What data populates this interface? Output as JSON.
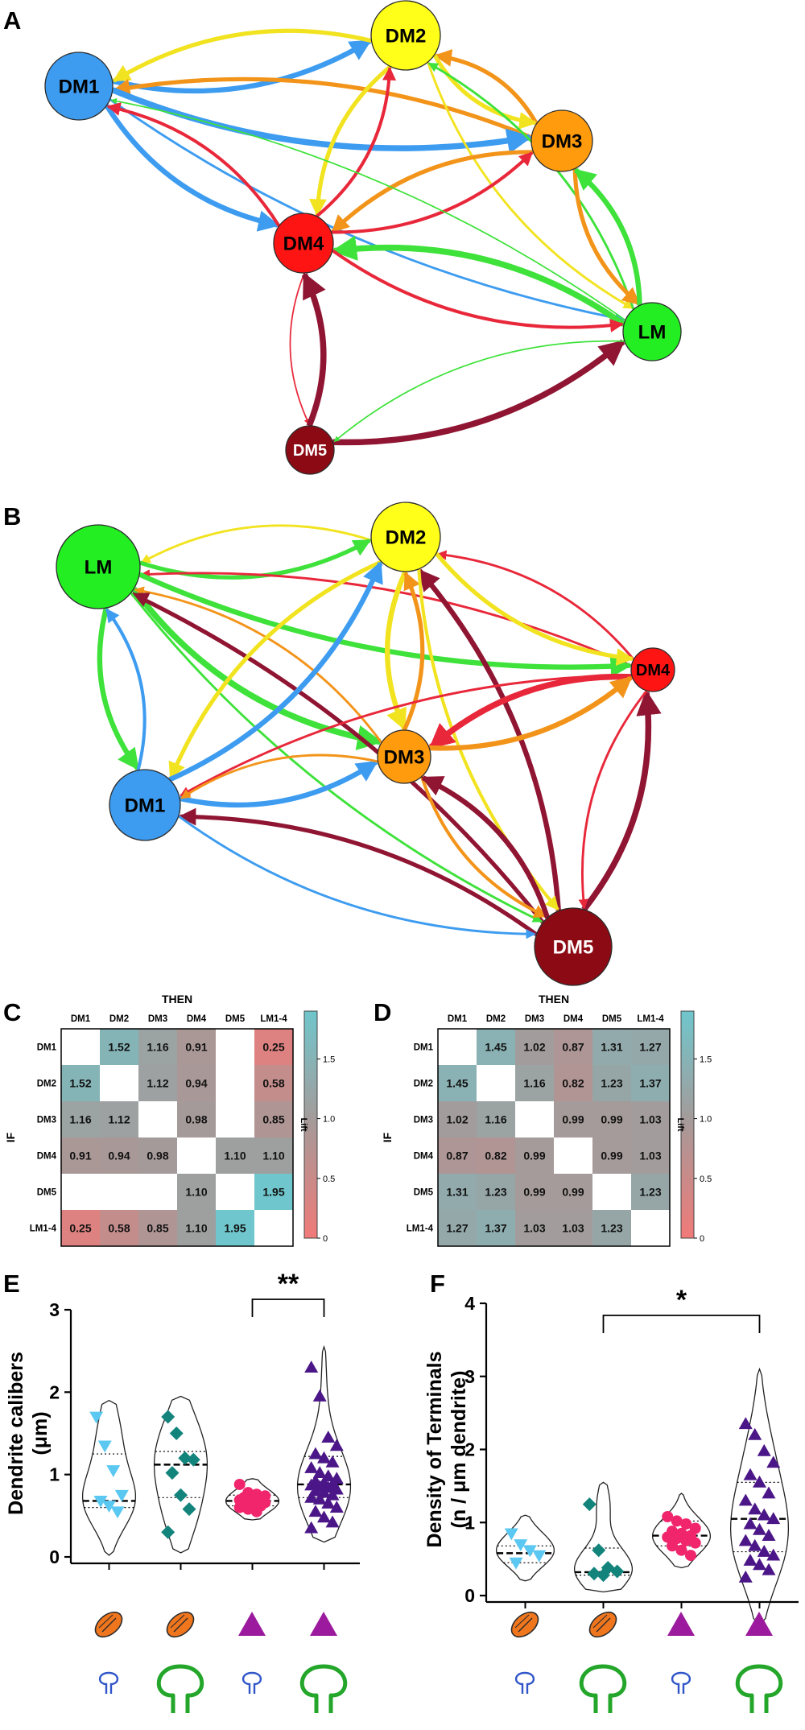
{
  "panels": {
    "A": "A",
    "B": "B",
    "C": "C",
    "D": "D",
    "E": "E",
    "F": "F"
  },
  "colors": {
    "DM1": "#3d9cf0",
    "DM2": "#ffff1a",
    "DM3": "#ff9b0d",
    "DM4": "#ff1414",
    "DM5": "#8c0a14",
    "LM": "#22ee22",
    "edge_DM1": "#3d9cf0",
    "edge_DM2": "#f2e320",
    "edge_DM3": "#f3941a",
    "edge_DM4": "#e8283a",
    "edge_DM5": "#8f1532",
    "edge_LM": "#3ee23a",
    "heat_low": "#f07a78",
    "heat_mid": "#a79998",
    "heat_high": "#6fc6cc",
    "E_g1": "#5bc8f2",
    "E_g2": "#13847c",
    "E_g3": "#f0256b",
    "E_g4": "#4b1687",
    "spine_orange": "#f0761e",
    "triangle_purple": "#9b1a9e",
    "dendrite_blue": "#2f55c8",
    "dendrite_green": "#23a62a"
  },
  "chart_data": [
    {
      "type": "network",
      "panel": "A",
      "nodes": [
        {
          "id": "DM1",
          "label": "DM1"
        },
        {
          "id": "DM2",
          "label": "DM2"
        },
        {
          "id": "DM3",
          "label": "DM3"
        },
        {
          "id": "DM4",
          "label": "DM4"
        },
        {
          "id": "LM",
          "label": "LM"
        },
        {
          "id": "DM5",
          "label": "DM5"
        }
      ],
      "edges": [
        {
          "from": "DM1",
          "to": "DM2",
          "weight": 5
        },
        {
          "from": "DM2",
          "to": "DM1",
          "weight": 4
        },
        {
          "from": "DM3",
          "to": "DM1",
          "weight": 4
        },
        {
          "from": "DM1",
          "to": "DM3",
          "weight": 6
        },
        {
          "from": "DM1",
          "to": "DM4",
          "weight": 5
        },
        {
          "from": "DM1",
          "to": "LM",
          "weight": 2
        },
        {
          "from": "DM4",
          "to": "DM1",
          "weight": 3
        },
        {
          "from": "DM2",
          "to": "DM4",
          "weight": 4
        },
        {
          "from": "DM4",
          "to": "DM2",
          "weight": 3
        },
        {
          "from": "DM3",
          "to": "DM2",
          "weight": 4
        },
        {
          "from": "DM2",
          "to": "DM3",
          "weight": 4
        },
        {
          "from": "DM2",
          "to": "LM",
          "weight": 2
        },
        {
          "from": "LM",
          "to": "DM2",
          "weight": 2
        },
        {
          "from": "DM3",
          "to": "DM4",
          "weight": 4
        },
        {
          "from": "DM4",
          "to": "DM3",
          "weight": 3
        },
        {
          "from": "DM3",
          "to": "LM",
          "weight": 4
        },
        {
          "from": "LM",
          "to": "DM3",
          "weight": 5
        },
        {
          "from": "LM",
          "to": "DM4",
          "weight": 6
        },
        {
          "from": "DM4",
          "to": "LM",
          "weight": 3
        },
        {
          "from": "LM",
          "to": "DM1",
          "weight": 1
        },
        {
          "from": "DM4",
          "to": "DM5",
          "weight": 1
        },
        {
          "from": "DM5",
          "to": "DM4",
          "weight": 6
        },
        {
          "from": "DM5",
          "to": "LM",
          "weight": 6
        },
        {
          "from": "LM",
          "to": "DM5",
          "weight": 1
        }
      ]
    },
    {
      "type": "network",
      "panel": "B",
      "nodes": [
        {
          "id": "LM",
          "label": "LM"
        },
        {
          "id": "DM2",
          "label": "DM2"
        },
        {
          "id": "DM4",
          "label": "DM4"
        },
        {
          "id": "DM3",
          "label": "DM3"
        },
        {
          "id": "DM1",
          "label": "DM1"
        },
        {
          "id": "DM5",
          "label": "DM5"
        }
      ],
      "edges": [
        {
          "from": "DM2",
          "to": "LM",
          "weight": 2
        },
        {
          "from": "LM",
          "to": "DM2",
          "weight": 4
        },
        {
          "from": "DM4",
          "to": "LM",
          "weight": 2
        },
        {
          "from": "LM",
          "to": "DM4",
          "weight": 5
        },
        {
          "from": "LM",
          "to": "DM3",
          "weight": 6
        },
        {
          "from": "DM3",
          "to": "LM",
          "weight": 2
        },
        {
          "from": "LM",
          "to": "DM1",
          "weight": 5
        },
        {
          "from": "DM1",
          "to": "LM",
          "weight": 3
        },
        {
          "from": "DM5",
          "to": "LM",
          "weight": 4
        },
        {
          "from": "LM",
          "to": "DM5",
          "weight": 2
        },
        {
          "from": "DM4",
          "to": "DM2",
          "weight": 2
        },
        {
          "from": "DM2",
          "to": "DM4",
          "weight": 4
        },
        {
          "from": "DM2",
          "to": "DM3",
          "weight": 5
        },
        {
          "from": "DM3",
          "to": "DM2",
          "weight": 4
        },
        {
          "from": "DM2",
          "to": "DM1",
          "weight": 4
        },
        {
          "from": "DM1",
          "to": "DM2",
          "weight": 5
        },
        {
          "from": "DM5",
          "to": "DM2",
          "weight": 5
        },
        {
          "from": "DM2",
          "to": "DM5",
          "weight": 3
        },
        {
          "from": "DM4",
          "to": "DM3",
          "weight": 6
        },
        {
          "from": "DM3",
          "to": "DM4",
          "weight": 5
        },
        {
          "from": "DM4",
          "to": "DM1",
          "weight": 2
        },
        {
          "from": "DM5",
          "to": "DM4",
          "weight": 6
        },
        {
          "from": "DM4",
          "to": "DM5",
          "weight": 2
        },
        {
          "from": "DM1",
          "to": "DM3",
          "weight": 5
        },
        {
          "from": "DM3",
          "to": "DM1",
          "weight": 2
        },
        {
          "from": "DM3",
          "to": "DM5",
          "weight": 3
        },
        {
          "from": "DM5",
          "to": "DM3",
          "weight": 5
        },
        {
          "from": "DM5",
          "to": "DM1",
          "weight": 4
        },
        {
          "from": "DM1",
          "to": "DM5",
          "weight": 2
        }
      ]
    },
    {
      "type": "heatmap",
      "panel": "C",
      "title": "THEN",
      "ylabel": "IF",
      "colorbar_label": "Lift",
      "colorbar_ticks": [
        "1.5",
        "1.0",
        "0.5",
        "0"
      ],
      "colorbar_range": [
        0,
        1.9
      ],
      "columns": [
        "DM1",
        "DM2",
        "DM3",
        "DM4",
        "DM5",
        "LM1-4"
      ],
      "rows": [
        "DM1",
        "DM2",
        "DM3",
        "DM4",
        "DM5",
        "LM1-4"
      ],
      "values": [
        [
          null,
          "1.52",
          "1.16",
          "0.91",
          null,
          "0.25"
        ],
        [
          "1.52",
          null,
          "1.12",
          "0.94",
          null,
          "0.58"
        ],
        [
          "1.16",
          "1.12",
          null,
          "0.98",
          null,
          "0.85"
        ],
        [
          "0.91",
          "0.94",
          "0.98",
          null,
          "1.10",
          "1.10"
        ],
        [
          null,
          null,
          null,
          "1.10",
          null,
          "1.95"
        ],
        [
          "0.25",
          "0.58",
          "0.85",
          "1.10",
          "1.95",
          null
        ]
      ]
    },
    {
      "type": "heatmap",
      "panel": "D",
      "title": "THEN",
      "ylabel": "IF",
      "colorbar_label": "Lift",
      "colorbar_ticks": [
        "1.5",
        "1.0",
        "0.5",
        "0"
      ],
      "colorbar_range": [
        0,
        1.9
      ],
      "columns": [
        "DM1",
        "DM2",
        "DM3",
        "DM4",
        "DM5",
        "LM1-4"
      ],
      "rows": [
        "DM1",
        "DM2",
        "DM3",
        "DM4",
        "DM5",
        "LM1-4"
      ],
      "values": [
        [
          null,
          "1.45",
          "1.02",
          "0.87",
          "1.31",
          "1.27"
        ],
        [
          "1.45",
          null,
          "1.16",
          "0.82",
          "1.23",
          "1.37"
        ],
        [
          "1.02",
          "1.16",
          null,
          "0.99",
          "0.99",
          "1.03"
        ],
        [
          "0.87",
          "0.82",
          "0.99",
          null,
          "0.99",
          "1.03"
        ],
        [
          "1.31",
          "1.23",
          "0.99",
          "0.99",
          null,
          "1.23"
        ],
        [
          "1.27",
          "1.37",
          "1.03",
          "1.03",
          "1.23",
          null
        ]
      ]
    },
    {
      "type": "violin",
      "panel": "E",
      "ylabel": "Dendrite calibers",
      "ylabel_unit": "(μm)",
      "ylim": [
        0,
        3
      ],
      "yticks": [
        "0",
        "1",
        "2",
        "3"
      ],
      "significance": "**",
      "significance_between": [
        3,
        4
      ],
      "groups": [
        {
          "index": 1,
          "marker": "inverted-triangle",
          "color": "E_g1",
          "median": 0.68,
          "q1": 0.6,
          "q3": 1.25,
          "range": [
            0.02,
            1.9
          ],
          "values": [
            1.7,
            1.35,
            1.05,
            0.75,
            0.68,
            0.62,
            0.55
          ]
        },
        {
          "index": 2,
          "marker": "diamond",
          "color": "E_g2",
          "median": 1.12,
          "q1": 0.72,
          "q3": 1.28,
          "range": [
            0.05,
            1.95
          ],
          "values": [
            1.7,
            1.5,
            1.2,
            1.18,
            1.02,
            0.75,
            0.58,
            0.3
          ]
        },
        {
          "index": 3,
          "marker": "circle",
          "color": "E_g3",
          "median": 0.68,
          "q1": 0.62,
          "q3": 0.75,
          "range": [
            0.45,
            0.95
          ],
          "values": [
            0.88,
            0.78,
            0.76,
            0.74,
            0.72,
            0.71,
            0.7,
            0.69,
            0.68,
            0.67,
            0.66,
            0.65,
            0.64,
            0.62,
            0.6,
            0.58,
            0.55
          ]
        },
        {
          "index": 4,
          "marker": "triangle",
          "color": "E_g4",
          "median": 0.88,
          "q1": 0.72,
          "q3": 1.22,
          "range": [
            0.18,
            2.55
          ],
          "values": [
            2.3,
            1.95,
            1.45,
            1.35,
            1.25,
            1.2,
            1.15,
            1.08,
            1.02,
            0.98,
            0.95,
            0.92,
            0.9,
            0.88,
            0.87,
            0.85,
            0.84,
            0.82,
            0.8,
            0.78,
            0.75,
            0.72,
            0.7,
            0.65,
            0.6,
            0.55,
            0.48,
            0.42,
            0.35
          ]
        }
      ]
    },
    {
      "type": "violin",
      "panel": "F",
      "ylabel": "Density of Terminals",
      "ylabel_unit": "(n / μm dendrite)",
      "ylim": [
        0,
        4
      ],
      "yticks": [
        "0",
        "1",
        "2",
        "3",
        "4"
      ],
      "significance": "*",
      "significance_between": [
        2,
        4
      ],
      "groups": [
        {
          "index": 1,
          "marker": "inverted-triangle",
          "color": "E_g1",
          "median": 0.58,
          "q1": 0.45,
          "q3": 0.68,
          "range": [
            0.2,
            1.1
          ],
          "values": [
            0.85,
            0.7,
            0.62,
            0.55,
            0.45
          ]
        },
        {
          "index": 2,
          "marker": "diamond",
          "color": "E_g2",
          "median": 0.32,
          "q1": 0.28,
          "q3": 0.65,
          "range": [
            0.05,
            1.55
          ],
          "values": [
            1.25,
            0.62,
            0.38,
            0.33,
            0.3,
            0.28
          ]
        },
        {
          "index": 3,
          "marker": "circle",
          "color": "E_g3",
          "median": 0.82,
          "q1": 0.68,
          "q3": 1.02,
          "range": [
            0.38,
            1.4
          ],
          "values": [
            1.08,
            1.02,
            0.98,
            0.92,
            0.88,
            0.85,
            0.82,
            0.8,
            0.78,
            0.75,
            0.72,
            0.68,
            0.62,
            0.55
          ]
        },
        {
          "index": 4,
          "marker": "triangle",
          "color": "E_g4",
          "median": 1.05,
          "q1": 0.6,
          "q3": 1.55,
          "range": [
            -0.4,
            3.1
          ],
          "values": [
            2.35,
            2.2,
            1.98,
            1.82,
            1.65,
            1.55,
            1.4,
            1.3,
            1.18,
            1.1,
            1.05,
            0.98,
            0.9,
            0.82,
            0.75,
            0.68,
            0.6,
            0.55,
            0.48,
            0.42,
            0.35,
            0.25
          ]
        }
      ]
    }
  ]
}
